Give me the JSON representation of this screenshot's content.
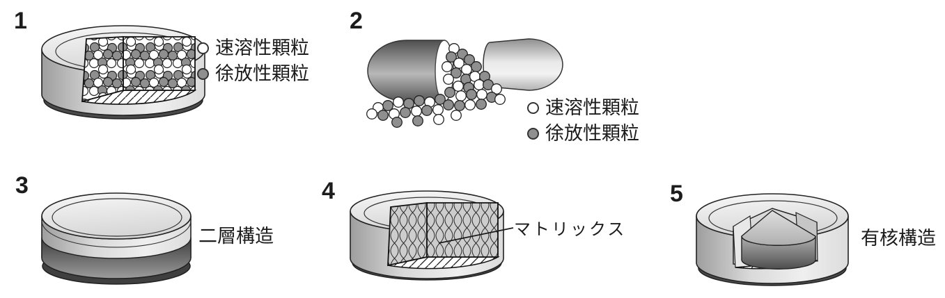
{
  "items": [
    {
      "number": "1"
    },
    {
      "number": "2"
    },
    {
      "number": "3",
      "label": "二層構造"
    },
    {
      "number": "4",
      "label": "マトリックス"
    },
    {
      "number": "5",
      "label": "有核構造"
    }
  ],
  "legend": {
    "fast_label": "速溶性顆粒",
    "slow_label": "徐放性顆粒"
  },
  "colors": {
    "outline": "#1a1a1a",
    "fast_granule_fill": "#ffffff",
    "slow_granule_fill": "#8f8f8f",
    "tablet_light": "#e8e8e8",
    "tablet_dark_layer": "#424242",
    "base_shadow": "#4a4a4a"
  }
}
